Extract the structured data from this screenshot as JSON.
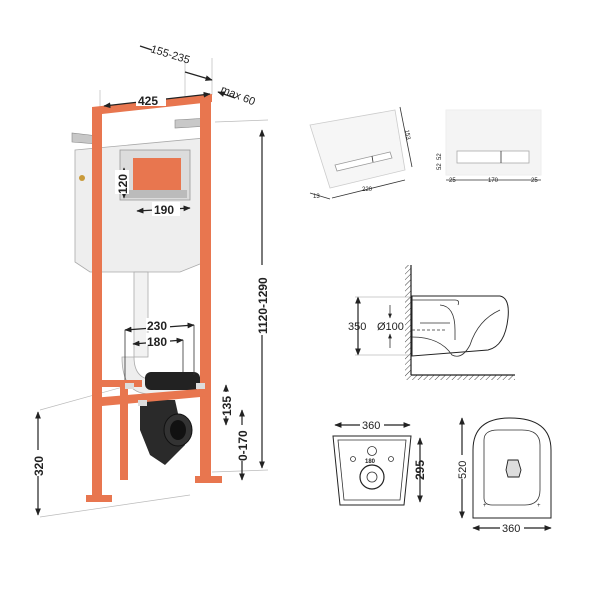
{
  "colors": {
    "frame": "#e8764f",
    "cistern": "#eeeeee",
    "line": "#222222"
  },
  "frame_dims": {
    "depth": "155-235",
    "width": "425",
    "max_depth": "max 60",
    "opening_height": "120",
    "opening_width": "190",
    "height": "1120-1290",
    "bolt_spacing_outer": "230",
    "bolt_spacing_inner": "180",
    "outlet_height": "135",
    "foot_adjust": "0-170",
    "bolt_height": "320"
  },
  "flush_plate_dims": {
    "height": "153",
    "width": "220",
    "thickness": "13",
    "margin_left": "25",
    "button_width": "170",
    "margin_right": "25",
    "button_top": "52",
    "button_bottom": "52"
  },
  "toilet_dims": {
    "side_height": "350",
    "outlet_diameter": "Ø100",
    "rear_width": "360",
    "rear_depth": "295",
    "rear_bolt_spacing": "180",
    "top_length": "520",
    "top_width": "360"
  }
}
